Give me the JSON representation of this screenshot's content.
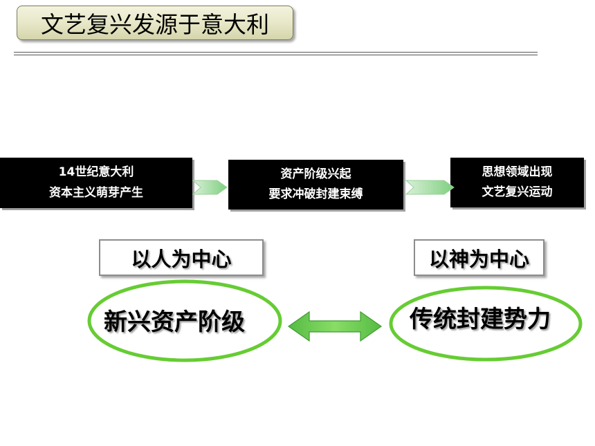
{
  "slide": {
    "title": "文艺复兴发源于意大利",
    "flow": [
      {
        "line1": "14世纪意大利",
        "line2": "资本主义萌芽产生"
      },
      {
        "line1": "资产阶级兴起",
        "line2": "要求冲破封建束缚"
      },
      {
        "line1": "思想领域出现",
        "line2": "文艺复兴运动"
      }
    ],
    "left": {
      "label": "以人为中心",
      "ellipse": "新兴资产阶级"
    },
    "right": {
      "label": "以神为中心",
      "ellipse": "传统封建势力"
    }
  },
  "colors": {
    "accent_green": "#66cc33",
    "arrow_green": "#8fd68f",
    "box_black": "#000000",
    "title_bg": "#e6e6c6"
  }
}
